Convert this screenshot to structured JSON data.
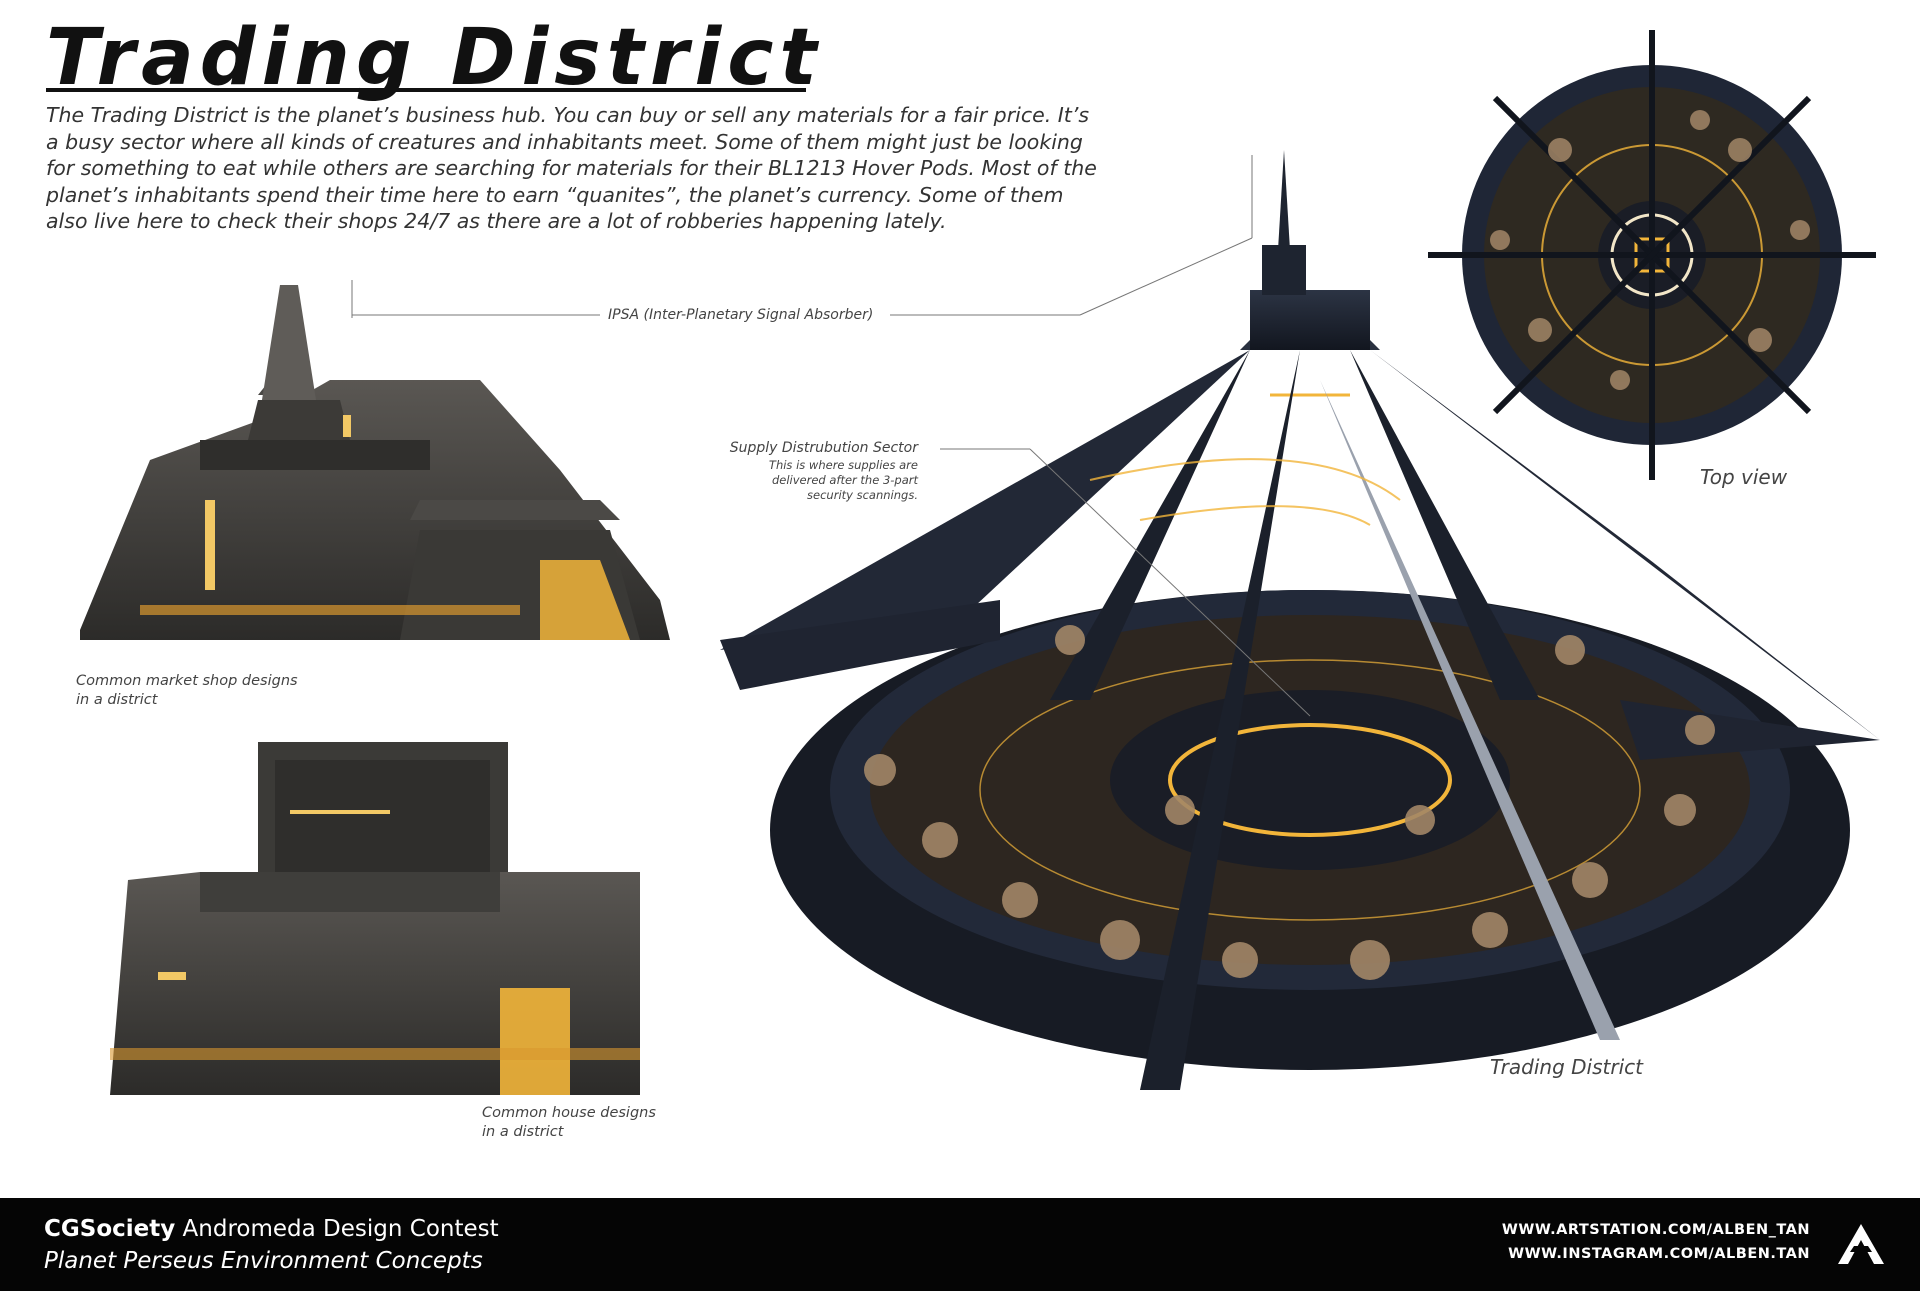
{
  "title": "Trading District",
  "intro": "The Trading District is the planet’s business hub. You can buy or sell any materials for a fair price. It’s a busy sector where all kinds of creatures and inhabitants meet. Some of them might just be looking for something to eat while others are searching for materials for their BL1213 Hover Pods. Most of the planet’s inhabitants spend their time here to earn “quanites”, the planet’s currency. Some of them also live here to check their shops 24/7 as there are a lot of robberies happening lately.",
  "labels": {
    "ipsa": "IPSA (Inter-Planetary Signal Absorber)",
    "supply_title": "Supply Distrubution Sector",
    "supply_note_1": "This is where supplies are",
    "supply_note_2": "delivered after the  3-part",
    "supply_note_3": "security scannings.",
    "market_1": "Common market shop designs",
    "market_2": "in a district",
    "house_1": "Common house designs",
    "house_2": "in a district",
    "top_view": "Top view",
    "trading_district": "Trading District"
  },
  "footer": {
    "brand": "CGSociety",
    "contest": "Andromeda Design Contest",
    "subtitle": "Planet Perseus Environment Concepts",
    "artstation": "WWW.ARTSTATION.COM/ALBEN_TAN",
    "instagram": "WWW.INSTAGRAM.COM/ALBEN.TAN"
  },
  "colors": {
    "accent_glow": "#f2b53a",
    "structure_dark": "#1c2230",
    "stone": "#3f3d3a",
    "footer_bg": "#050505"
  },
  "icons": [
    "artist-logo-icon"
  ]
}
